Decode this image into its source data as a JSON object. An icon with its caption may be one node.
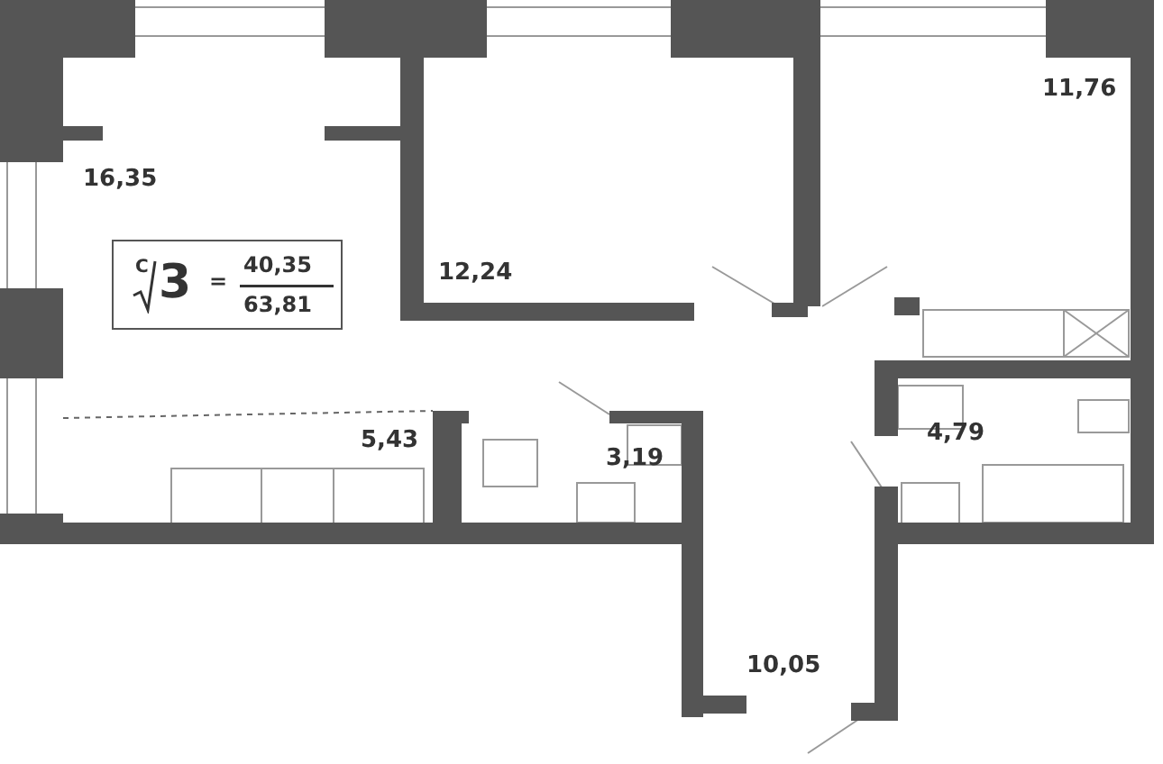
{
  "diagram": {
    "nodes": [
      {
        "text": [
          "С",
          "3",
          "=",
          "40,35",
          "63,81"
        ]
      }
    ],
    "edges": [],
    "labels": [
      "11,76",
      "16,35",
      "12,24",
      "5,43",
      "3,19",
      "4,79",
      "10,05"
    ]
  }
}
